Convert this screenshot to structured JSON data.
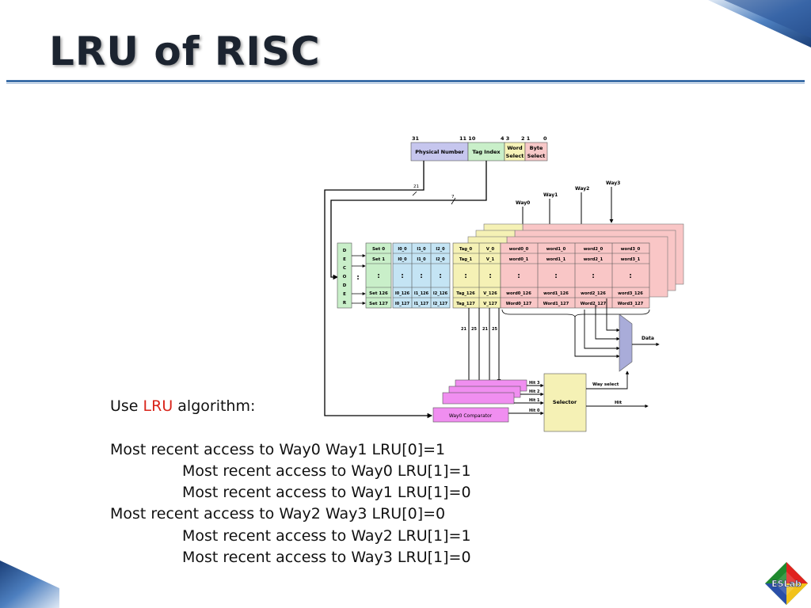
{
  "slide": {
    "title": "LRU of RISC",
    "accent_color": "#d9241a",
    "logo_text": "ESLab"
  },
  "diagram": {
    "address_bits": {
      "b31": "31",
      "b11_10": "11 10",
      "b4_3": "4 3",
      "b2_1": "2 1",
      "b0": "0"
    },
    "address_fields": {
      "physical_number": "Physical Number",
      "tag_index": "Tag Index",
      "word_select_1": "Word",
      "word_select_2": "Select",
      "byte_select_1": "Byte",
      "byte_select_2": "Select"
    },
    "bus_widths": {
      "tag_bus": "21",
      "index_bus": "7"
    },
    "way_labels": [
      "Way0",
      "Way1",
      "Way2",
      "Way3"
    ],
    "decoder_letters": [
      "D",
      "E",
      "C",
      "O",
      "D",
      "E",
      "R"
    ],
    "set_labels": [
      "Set 0",
      "Set 1",
      "Set 126",
      "Set 127"
    ],
    "lru_columns": [
      [
        "I0_0",
        "I0_0",
        "I0_126",
        "I0_127"
      ],
      [
        "I1_0",
        "I1_0",
        "I1_126",
        "I1_127"
      ],
      [
        "I2_0",
        "I2_0",
        "I2_126",
        "I2_127"
      ]
    ],
    "tag_column": [
      "Tag_0",
      "Tag_1",
      "Tag_126",
      "Tag_127"
    ],
    "valid_column": [
      "V_0",
      "V_1",
      "V_126",
      "V_127"
    ],
    "word_columns": [
      [
        "word0_0",
        "word0_1",
        "word0_126",
        "Word0_127"
      ],
      [
        "word1_0",
        "word1_1",
        "word1_126",
        "Word1_127"
      ],
      [
        "word2_0",
        "word2_1",
        "word2_126",
        "Word2_127"
      ],
      [
        "word3_0",
        "word3_1",
        "word3_126",
        "Word3_127"
      ]
    ],
    "comparator_widths": [
      "21",
      "25",
      "21",
      "25"
    ],
    "comparator_label": "Way0 Comparator",
    "hit_labels": [
      "Hit 3",
      "Hit 2",
      "Hit 1",
      "Hit 0"
    ],
    "selector_label": "Selector",
    "way_select_label": "Way select",
    "hit_out_label": "Hit",
    "data_label": "Data"
  },
  "body": {
    "line1_pre": "Use ",
    "line1_accent": "LRU",
    "line1_post": " algorithm:",
    "lines": [
      "Most recent access to Way0 Way1 LRU[0]=1",
      "Most recent access to Way0 LRU[1]=1",
      "Most recent access to Way1 LRU[1]=0",
      "Most recent access to Way2 Way3 LRU[0]=0",
      "Most recent access to Way2 LRU[1]=1",
      "Most recent access to Way3 LRU[1]=0"
    ]
  }
}
